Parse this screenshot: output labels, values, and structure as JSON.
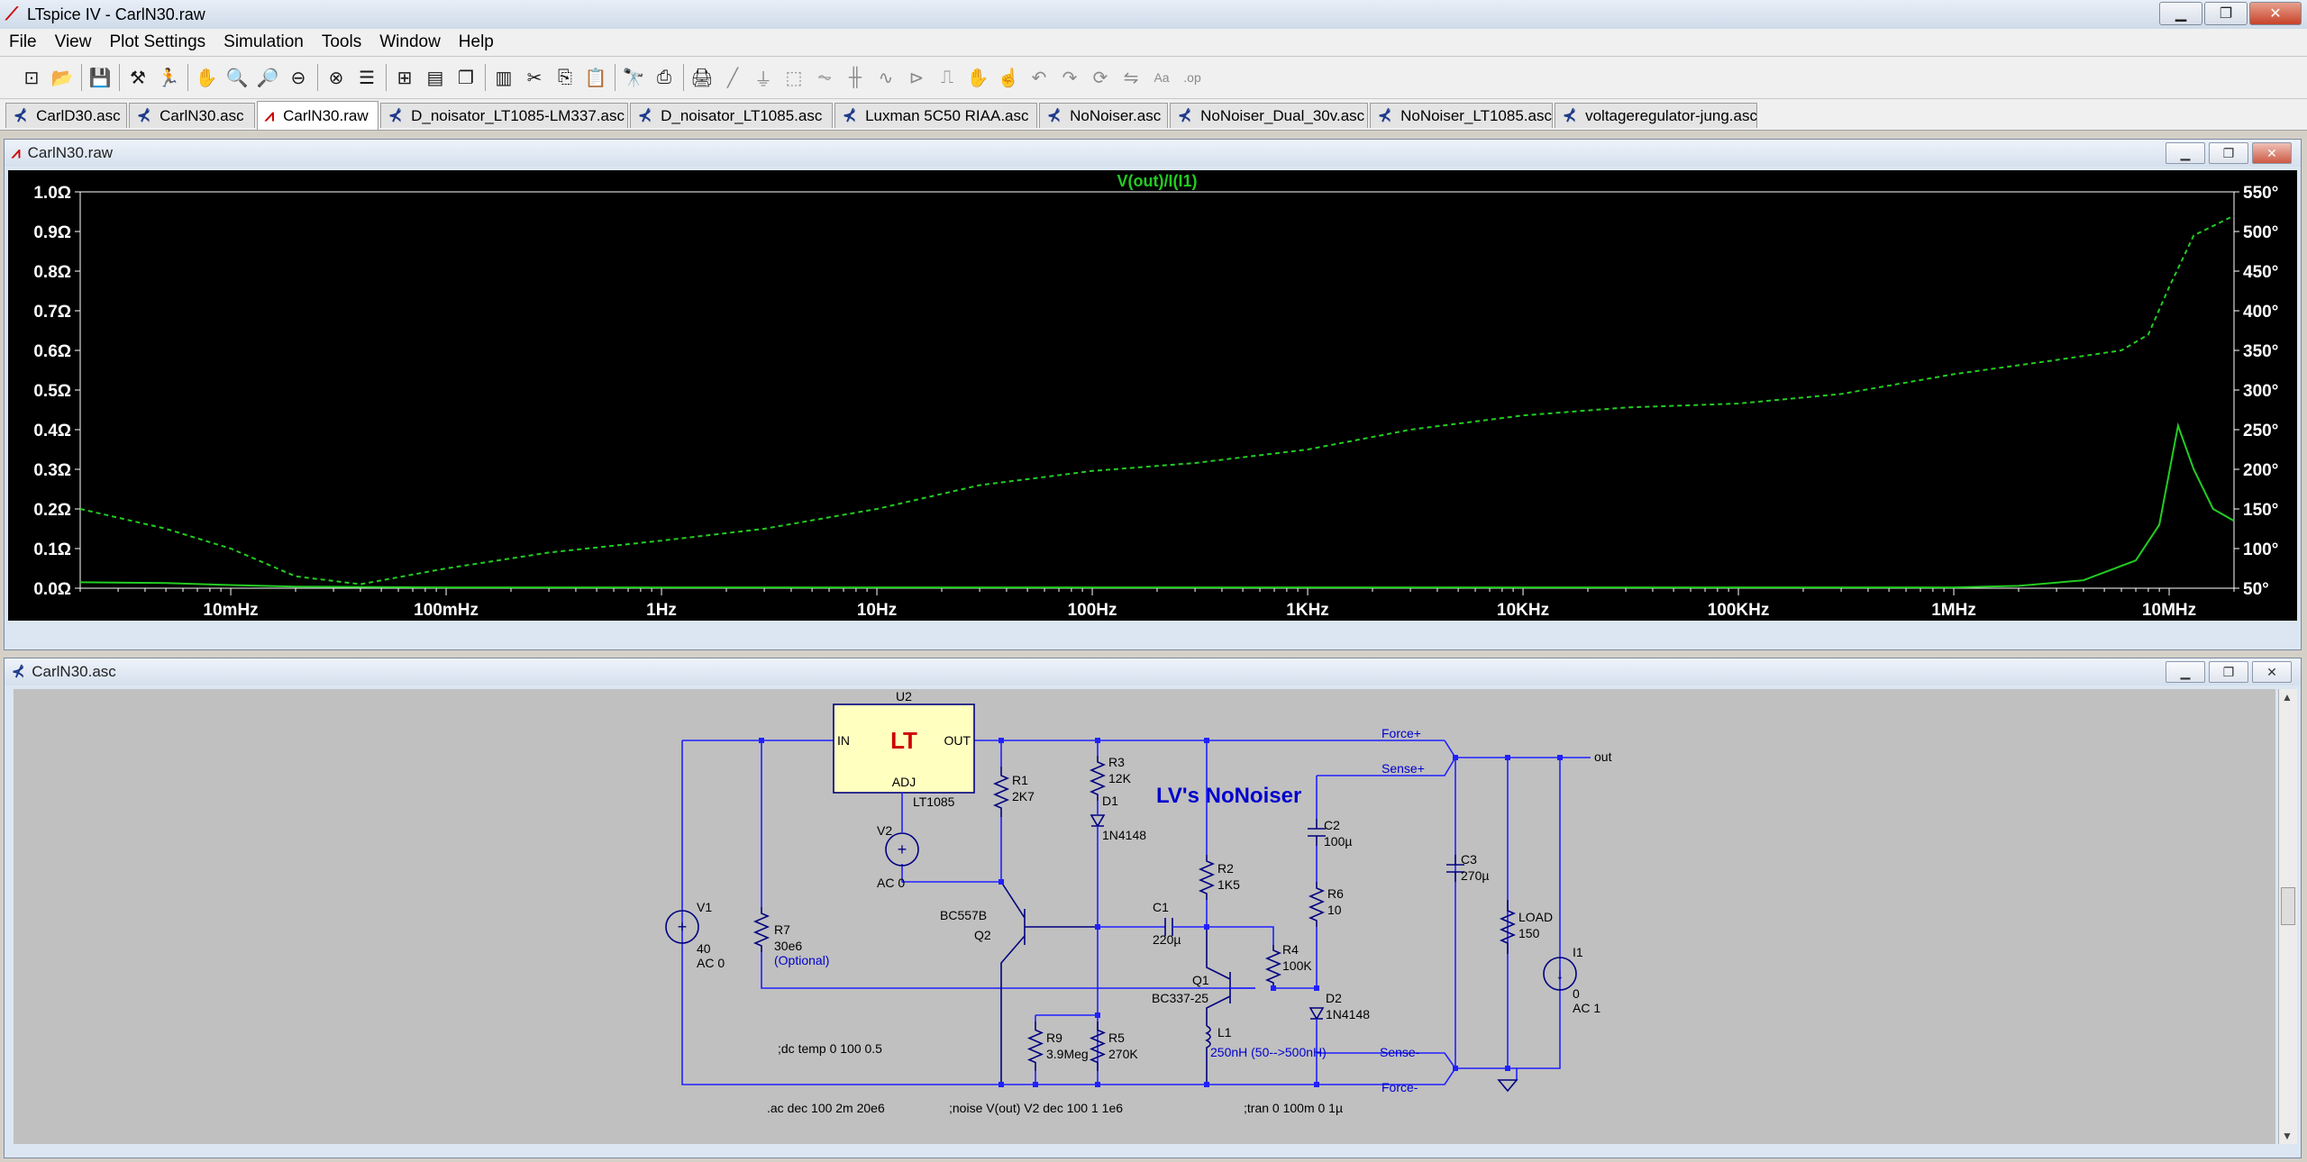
{
  "window": {
    "title": "LTspice IV - CarlN30.raw"
  },
  "menu": [
    "File",
    "View",
    "Plot Settings",
    "Simulation",
    "Tools",
    "Window",
    "Help"
  ],
  "toolbar": {
    "icons": [
      "new-schematic-icon",
      "open-icon",
      "save-icon",
      "control-panel-icon",
      "run-icon",
      "pan-icon",
      "zoom-in-icon",
      "zoom-area-icon",
      "zoom-out-icon",
      "zoom-fit-icon",
      "autorange-icon",
      "mark-unused-icon",
      "tile-horizontal-icon",
      "cascade-icon",
      "tile-vertical-icon",
      "cut-icon",
      "copy-icon",
      "paste-icon",
      "find-icon",
      "print-setup-icon",
      "print-icon",
      "wire-icon",
      "ground-icon",
      "label-icon",
      "resistor-icon",
      "capacitor-icon",
      "inductor-icon",
      "diode-icon",
      "component-icon",
      "move-icon",
      "drag-icon",
      "undo-icon",
      "redo-icon",
      "rotate-icon",
      "mirror-icon",
      "text-icon",
      "spice-directive-icon"
    ]
  },
  "tabs": [
    {
      "label": "CarlD30.asc",
      "type": "schematic"
    },
    {
      "label": "CarlN30.asc",
      "type": "schematic"
    },
    {
      "label": "CarlN30.raw",
      "type": "waveform",
      "active": true
    },
    {
      "label": "D_noisator_LT1085-LM337.asc",
      "type": "schematic"
    },
    {
      "label": "D_noisator_LT1085.asc",
      "type": "schematic"
    },
    {
      "label": "Luxman 5C50 RIAA.asc",
      "type": "schematic"
    },
    {
      "label": "NoNoiser.asc",
      "type": "schematic"
    },
    {
      "label": "NoNoiser_Dual_30v.asc",
      "type": "schematic"
    },
    {
      "label": "NoNoiser_LT1085.asc",
      "type": "schematic"
    },
    {
      "label": "voltageregulator-jung.asc",
      "type": "schematic"
    }
  ],
  "plot_window": {
    "title": "CarlN30.raw"
  },
  "schematic_window": {
    "title": "CarlN30.asc"
  },
  "chart_data": {
    "type": "line",
    "title": "V(out)/I(I1)",
    "x_scale": "log",
    "xlim": [
      0.002,
      20000000
    ],
    "x_ticks": [
      "10mHz",
      "100mHz",
      "1Hz",
      "10Hz",
      "100Hz",
      "1KHz",
      "10KHz",
      "100KHz",
      "1MHz",
      "10MHz"
    ],
    "ylabel_left_ticks": [
      "0.0Ω",
      "0.1Ω",
      "0.2Ω",
      "0.3Ω",
      "0.4Ω",
      "0.5Ω",
      "0.6Ω",
      "0.7Ω",
      "0.8Ω",
      "0.9Ω",
      "1.0Ω"
    ],
    "ylim_left": [
      0,
      1.0
    ],
    "ylabel_right_ticks": [
      "50°",
      "100°",
      "150°",
      "200°",
      "250°",
      "300°",
      "350°",
      "400°",
      "450°",
      "500°",
      "550°"
    ],
    "ylim_right": [
      50,
      550
    ],
    "colors": {
      "background": "#000000",
      "trace": "#22cc22",
      "grid": "#ffffff",
      "title": "#22cc22"
    },
    "series": [
      {
        "name": "magnitude",
        "axis": "left",
        "style": "solid",
        "x": [
          0.002,
          0.005,
          0.01,
          0.02,
          0.1,
          1,
          10,
          100,
          1000,
          10000,
          100000,
          1000000,
          2000000,
          4000000,
          7000000,
          9000000,
          11000000,
          13000000,
          16000000,
          20000000
        ],
        "y": [
          0.015,
          0.013,
          0.008,
          0.004,
          0.002,
          0.002,
          0.002,
          0.002,
          0.002,
          0.002,
          0.002,
          0.002,
          0.006,
          0.02,
          0.07,
          0.16,
          0.41,
          0.3,
          0.2,
          0.17
        ]
      },
      {
        "name": "phase",
        "axis": "right",
        "style": "dashed",
        "x": [
          0.002,
          0.005,
          0.01,
          0.02,
          0.04,
          0.1,
          0.3,
          1,
          3,
          10,
          30,
          100,
          300,
          1000,
          3000,
          10000,
          30000,
          100000,
          300000,
          1000000,
          3000000,
          6000000,
          8000000,
          10000000,
          13000000,
          20000000
        ],
        "y": [
          150,
          125,
          100,
          65,
          55,
          75,
          95,
          110,
          125,
          150,
          180,
          198,
          208,
          225,
          250,
          268,
          278,
          283,
          295,
          320,
          338,
          350,
          370,
          430,
          495,
          520
        ]
      }
    ]
  },
  "schematic": {
    "colors": {
      "wire": "#2020ff",
      "component": "#000080",
      "label": "#0000cc",
      "background": "#c0c0c0"
    },
    "heading": "LV's NoNoiser",
    "u2": {
      "ref": "U2",
      "part": "LT1085",
      "logo": "LT",
      "pins": [
        "IN",
        "OUT",
        "ADJ"
      ]
    },
    "parts": [
      {
        "ref": "R1",
        "value": "2K7"
      },
      {
        "ref": "R3",
        "value": "12K"
      },
      {
        "ref": "D1",
        "value": "1N4148"
      },
      {
        "ref": "R2",
        "value": "1K5"
      },
      {
        "ref": "C2",
        "value": "100µ"
      },
      {
        "ref": "R6",
        "value": "10"
      },
      {
        "ref": "C3",
        "value": "270µ"
      },
      {
        "ref": "LOAD",
        "value": "150"
      },
      {
        "ref": "I1",
        "value": "0",
        "value2": "AC 1"
      },
      {
        "ref": "V2",
        "value": "AC 0"
      },
      {
        "ref": "V1",
        "value": "40",
        "value2": "AC 0"
      },
      {
        "ref": "R7",
        "value": "30e6",
        "value2": "(Optional)"
      },
      {
        "ref": "Q2",
        "value": "BC557B"
      },
      {
        "ref": "C1",
        "value": "220µ"
      },
      {
        "ref": "R4",
        "value": "100K"
      },
      {
        "ref": "Q1",
        "value": "BC337-25"
      },
      {
        "ref": "D2",
        "value": "1N4148"
      },
      {
        "ref": "L1",
        "value": "250nH (50-->500nH)"
      },
      {
        "ref": "R9",
        "value": "3.9Meg"
      },
      {
        "ref": "R5",
        "value": "270K"
      }
    ],
    "net_labels": [
      "Force+",
      "Sense+",
      "Sense-",
      "Force-",
      "out"
    ],
    "directives": [
      ";dc temp 0 100 0.5",
      ".ac dec 100 2m 20e6",
      ";noise V(out) V2 dec 100 1 1e6",
      ";tran 0 100m 0 1µ"
    ]
  }
}
